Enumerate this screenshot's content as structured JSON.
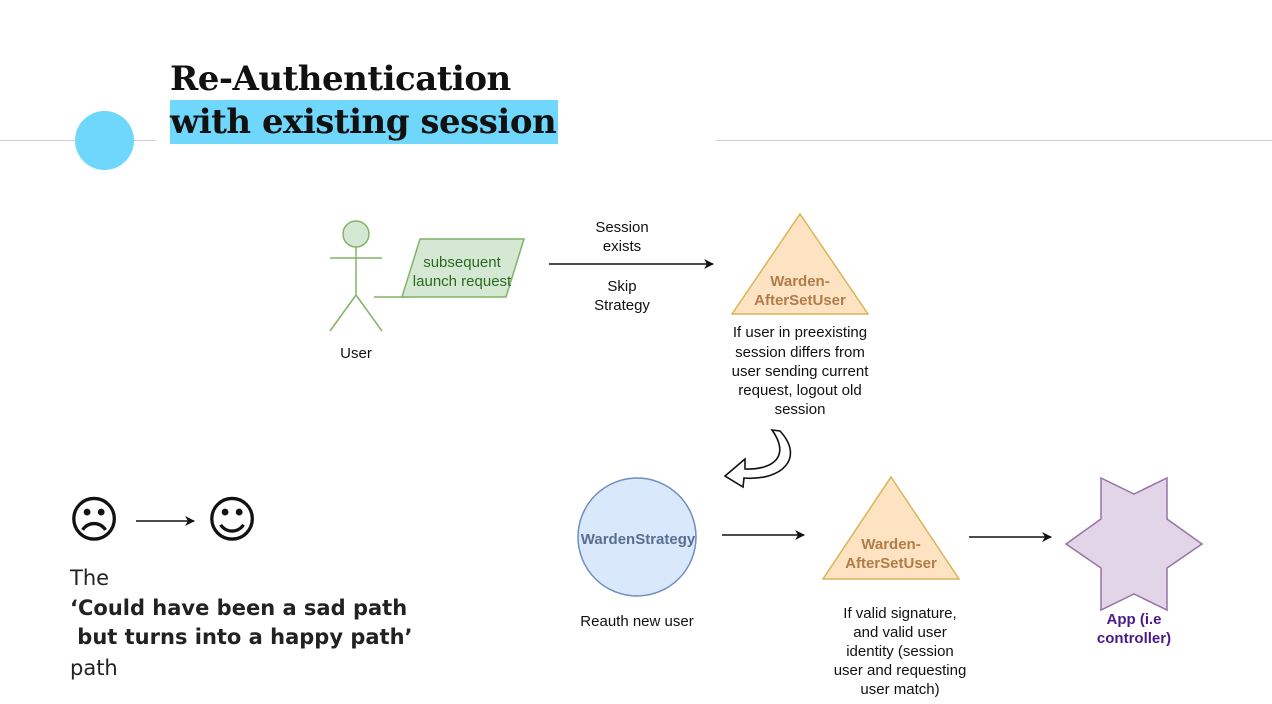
{
  "slide": {
    "title_line1": "Re-Authentication",
    "title_line2": "with existing session",
    "accent_color": "#6ed7fb"
  },
  "diagram": {
    "user_label": "User",
    "request_label_line1": "subsequent",
    "request_label_line2": "launch request",
    "arrow_top_line1": "Session",
    "arrow_top_line2": "exists",
    "arrow_bottom_line1": "Skip",
    "arrow_bottom_line2": "Strategy",
    "warden_top_line1": "Warden-",
    "warden_top_line2": "AfterSetUser",
    "warden_top_desc": [
      "If user in preexisting",
      "session differs from",
      "user sending current",
      "request, logout old",
      "session"
    ],
    "strategy_label": "WardenStrategy",
    "strategy_desc": "Reauth new user",
    "warden_bottom_line1": "Warden-",
    "warden_bottom_line2": "AfterSetUser",
    "warden_bottom_desc": [
      "If valid signature,",
      "and valid user",
      "identity (session",
      "user and requesting",
      "user match)"
    ],
    "app_line1": "App (i.e",
    "app_line2": "controller)"
  },
  "caption": {
    "sad_icon": "sad-face-icon",
    "happy_icon": "happy-face-icon",
    "line1": "The",
    "line2": "‘Could have been a sad path",
    "line3": " but turns into a happy path’",
    "line4": "path"
  }
}
